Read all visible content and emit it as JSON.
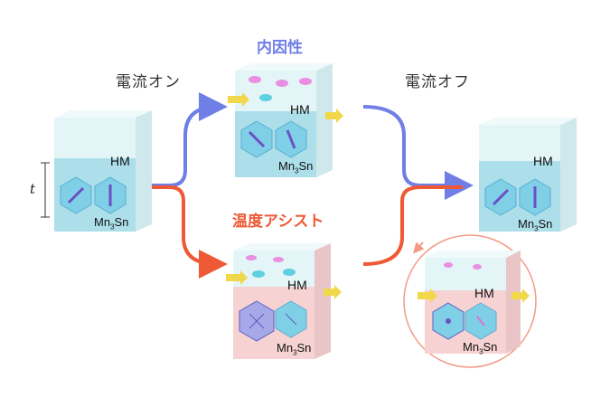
{
  "labels": {
    "current_on": "電流オン",
    "current_off": "電流オフ",
    "intrinsic": "内因性",
    "thermal_assist": "温度アシスト",
    "thickness": "t"
  },
  "layers": {
    "top": "HM",
    "bottom_element": "Mn",
    "bottom_subscript": "3",
    "bottom_suffix": "Sn"
  },
  "colors": {
    "intrinsic_path": "#6f7fe6",
    "thermal_path": "#ef5a36",
    "hm_layer": "#dff4f6",
    "mn3sn_layer": "#a9dfea",
    "heated_layer": "#f6d2d2",
    "spin_current": "#f0d84a"
  }
}
